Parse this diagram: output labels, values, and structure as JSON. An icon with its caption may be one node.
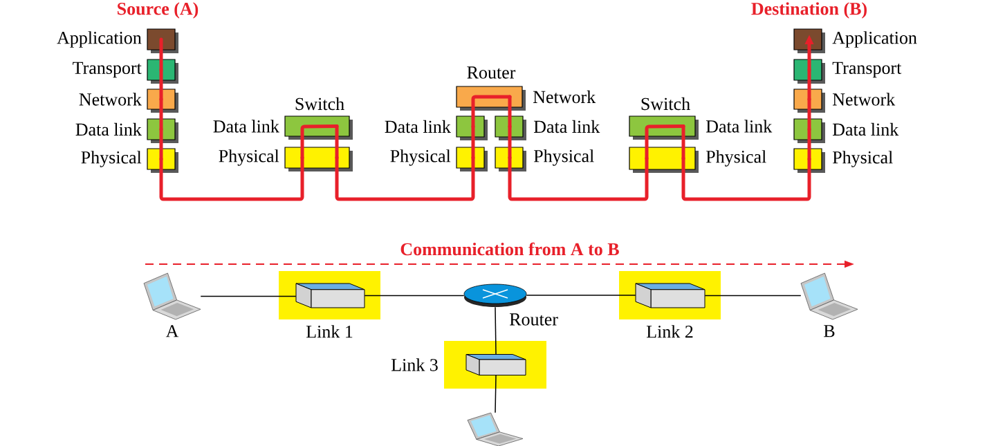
{
  "diagram": {
    "nodes": [
      {
        "text": [],
        "shape": "box",
        "beside": [
          "Application"
        ]
      },
      {
        "text": [],
        "shape": "box",
        "beside": [
          "Transport"
        ]
      },
      {
        "text": [],
        "shape": "box",
        "beside": [
          "Network"
        ]
      },
      {
        "text": [],
        "shape": "box",
        "beside": [
          "Data link"
        ]
      },
      {
        "text": [],
        "shape": "box",
        "beside": [
          "Physical"
        ]
      },
      {
        "text": [],
        "shape": "box",
        "beside": [
          "Data link"
        ]
      },
      {
        "text": [],
        "shape": "box",
        "beside": [
          "Physical"
        ]
      },
      {
        "text": [],
        "shape": "box",
        "beside": [
          "Network"
        ]
      },
      {
        "text": [],
        "shape": "box",
        "beside": [
          "Data link"
        ]
      },
      {
        "text": [],
        "shape": "box",
        "beside": [
          "Physical"
        ]
      },
      {
        "text": [],
        "shape": "box",
        "beside": [
          "Data link"
        ]
      },
      {
        "text": [],
        "shape": "box",
        "beside": [
          "Physical"
        ]
      },
      {
        "text": [],
        "shape": "box",
        "beside": [
          "Data link"
        ]
      },
      {
        "text": [],
        "shape": "box",
        "beside": [
          "Physical"
        ]
      },
      {
        "text": [],
        "shape": "box",
        "beside": [
          "Application"
        ]
      },
      {
        "text": [],
        "shape": "box",
        "beside": [
          "Transport"
        ]
      },
      {
        "text": [],
        "shape": "box",
        "beside": [
          "Network"
        ]
      },
      {
        "text": [],
        "shape": "box",
        "beside": [
          "Data link"
        ]
      },
      {
        "text": [],
        "shape": "box",
        "beside": [
          "Physical"
        ]
      },
      {
        "text": [],
        "shape": "laptop",
        "beside": [
          "A"
        ]
      },
      {
        "text": [],
        "shape": "box",
        "beside": [
          "Link 1"
        ]
      },
      {
        "text": [],
        "shape": "switch",
        "in": 20
      },
      {
        "text": [],
        "shape": "router",
        "beside": [
          "Router"
        ]
      },
      {
        "text": [],
        "shape": "box",
        "beside": [
          "Link 2"
        ]
      },
      {
        "text": [],
        "shape": "switch",
        "in": 23
      },
      {
        "text": [],
        "shape": "laptop",
        "beside": [
          "B"
        ]
      },
      {
        "text": [],
        "shape": "box",
        "beside": [
          "Link 3"
        ]
      },
      {
        "text": [],
        "shape": "switch",
        "in": 26
      },
      {
        "text": [],
        "shape": "laptop"
      }
    ],
    "edges": [
      {
        "from": 0,
        "to": 1,
        "arrow": "none"
      },
      {
        "from": 1,
        "to": 2,
        "arrow": "none"
      },
      {
        "from": 2,
        "to": 3,
        "arrow": "none"
      },
      {
        "from": 3,
        "to": 4,
        "arrow": "none"
      },
      {
        "from": 4,
        "to": 6,
        "arrow": "none"
      },
      {
        "from": 6,
        "to": 5,
        "arrow": "none"
      },
      {
        "from": 5,
        "to": 6,
        "arrow": "none"
      },
      {
        "from": 6,
        "to": 9,
        "arrow": "none"
      },
      {
        "from": 9,
        "to": 8,
        "arrow": "none"
      },
      {
        "from": 8,
        "to": 7,
        "arrow": "none"
      },
      {
        "from": 7,
        "to": 10,
        "arrow": "none"
      },
      {
        "from": 10,
        "to": 11,
        "arrow": "none"
      },
      {
        "from": 11,
        "to": 13,
        "arrow": "none"
      },
      {
        "from": 13,
        "to": 12,
        "arrow": "none"
      },
      {
        "from": 12,
        "to": 13,
        "arrow": "none"
      },
      {
        "from": 13,
        "to": 18,
        "arrow": "none"
      },
      {
        "from": 18,
        "to": 17,
        "arrow": "none"
      },
      {
        "from": 17,
        "to": 16,
        "arrow": "none"
      },
      {
        "from": 16,
        "to": 15,
        "arrow": "none"
      },
      {
        "from": 15,
        "to": 14,
        "arrow": "to"
      },
      {
        "from": 19,
        "to": 21,
        "arrow": "none",
        "color": "#000000"
      },
      {
        "from": 21,
        "to": 22,
        "arrow": "none",
        "color": "#000000"
      },
      {
        "from": 22,
        "to": 24,
        "arrow": "none",
        "color": "#000000"
      },
      {
        "from": 24,
        "to": 25,
        "arrow": "none",
        "color": "#000000"
      },
      {
        "from": 22,
        "to": 27,
        "arrow": "none",
        "color": "#000000"
      },
      {
        "from": 27,
        "to": 28,
        "arrow": "none",
        "color": "#000000"
      }
    ],
    "labels": [
      "Source (A)",
      "Destination (B)",
      "Router",
      "Switch",
      "Switch",
      "Communication from A to B"
    ]
  }
}
